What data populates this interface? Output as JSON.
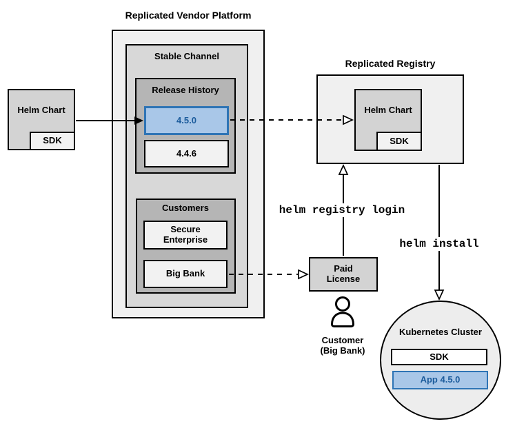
{
  "colors": {
    "container_fill": "#f0f0f0",
    "channel_fill": "#d8d8d8",
    "group_fill": "#b5b5b5",
    "leaf_fill": "#f2f2f2",
    "chart_fill": "#d3d3d3",
    "circle_fill": "#ededed",
    "blue_fill": "#a9c7e8",
    "blue_border": "#2e74b5",
    "blue_text": "#1c5c9c",
    "line": "#000000"
  },
  "source": {
    "label": "Helm Chart",
    "sdk_label": "SDK"
  },
  "platform": {
    "title": "Replicated Vendor Platform",
    "stable_channel": {
      "title": "Stable Channel",
      "release_history": {
        "title": "Release History",
        "releases": [
          {
            "version": "4.5.0",
            "highlighted": true
          },
          {
            "version": "4.4.6",
            "highlighted": false
          }
        ]
      },
      "customers": {
        "title": "Customers",
        "items": [
          {
            "name": "Secure Enterprise"
          },
          {
            "name": "Big Bank"
          }
        ]
      }
    }
  },
  "registry": {
    "title": "Replicated Registry",
    "helm_chart_label": "Helm Chart",
    "sdk_label": "SDK"
  },
  "license": {
    "label": "Paid License"
  },
  "customer": {
    "name": "Customer",
    "detail": "(Big Bank)"
  },
  "cluster": {
    "title": "Kubernetes Cluster",
    "sdk_label": "SDK",
    "app_label": "App 4.5.0"
  },
  "commands": {
    "registry_login": "helm registry login",
    "install": "helm install"
  }
}
